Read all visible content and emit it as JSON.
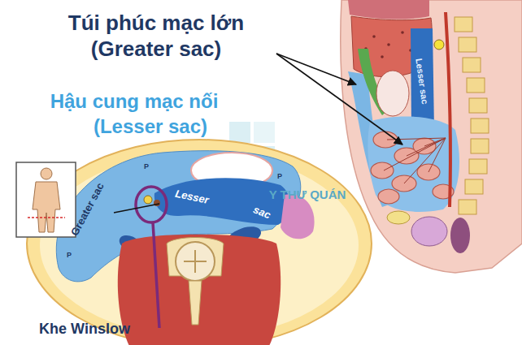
{
  "diagram": {
    "labels": [
      "Túi phúc mạc lớn",
      "(Greater sac)",
      "Hậu cung mạc nối",
      "(Lesser sac)",
      "Greater sac",
      "Lesser",
      "sac",
      "P",
      "P",
      "P",
      "Lesser sac",
      "Khe Winslow",
      "Y THƯ QUÁN"
    ]
  }
}
